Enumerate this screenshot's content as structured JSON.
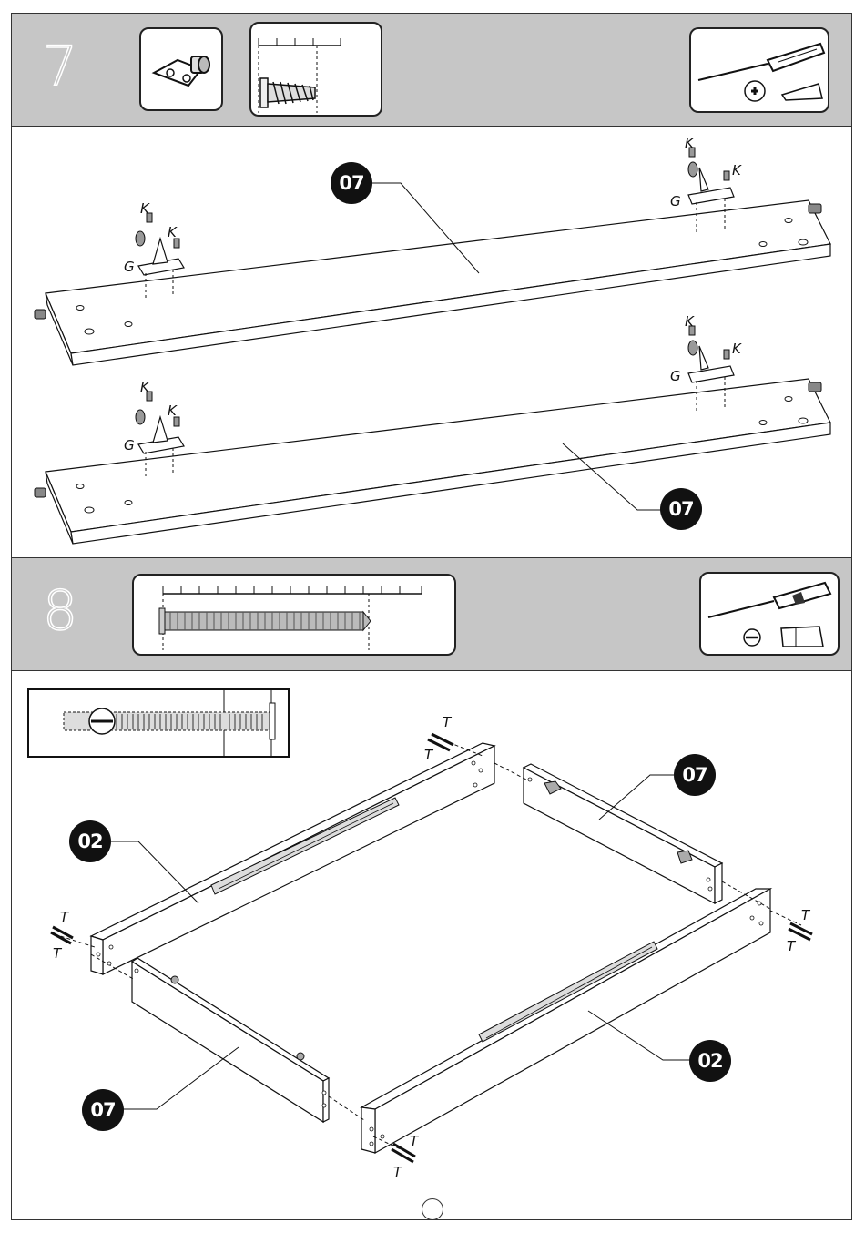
{
  "step7": {
    "number": "7",
    "parts": [
      {
        "badge": "07",
        "hardware": [
          "K",
          "K",
          "G",
          "K",
          "K",
          "G"
        ]
      },
      {
        "badge": "07",
        "hardware": [
          "K",
          "K",
          "G",
          "K",
          "K",
          "G"
        ]
      }
    ],
    "icons": [
      "hinge-bracket-icon",
      "screw-icon",
      "phillips-screwdriver-icon"
    ]
  },
  "step8": {
    "number": "8",
    "parts": {
      "top_left": "02",
      "top_right": "07",
      "bottom_left": "07",
      "bottom_right": "02"
    },
    "bolt_label": "T",
    "icons": [
      "long-bolt-icon",
      "flat-screwdriver-icon"
    ]
  },
  "labels": {
    "K": "K",
    "G": "G",
    "T": "T"
  }
}
